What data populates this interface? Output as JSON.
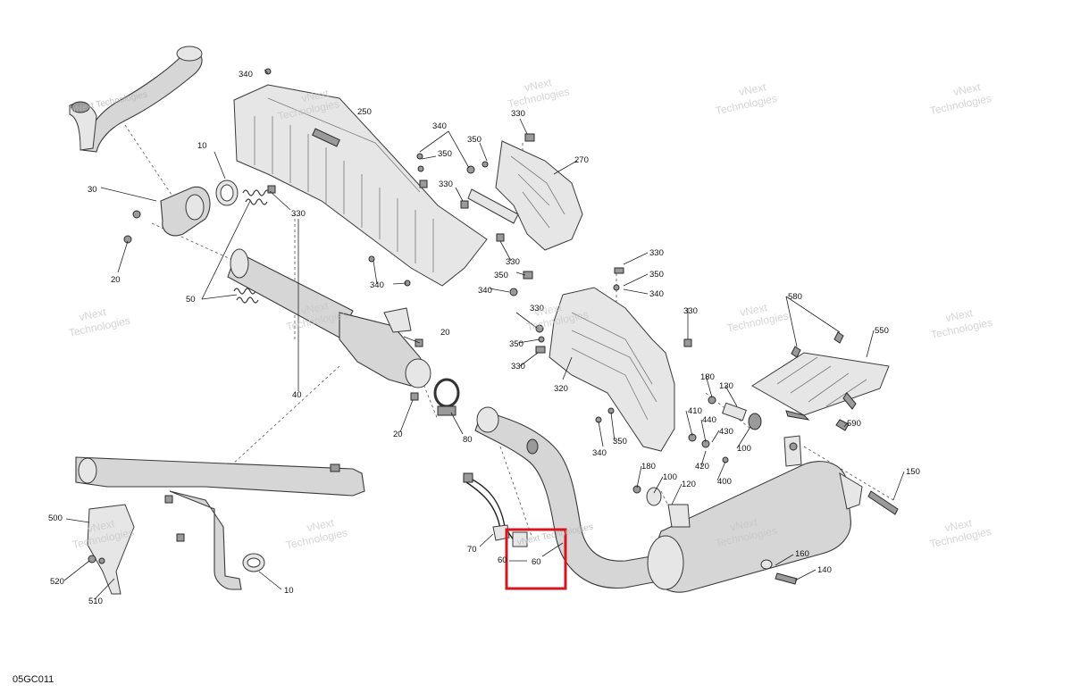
{
  "diagram_code": "05GC011",
  "watermark": {
    "line1": "vNext",
    "line2": "Technologies",
    "inline": "vNext Technologies"
  },
  "labels": {
    "l340a": "340",
    "l250": "250",
    "l10a": "10",
    "l30": "30",
    "l330a": "330",
    "l20a": "20",
    "l50": "50",
    "l340b": "340",
    "l350a": "350",
    "l350b": "350",
    "l330b": "330",
    "l330c": "330",
    "l270": "270",
    "l340c": "340",
    "l330d": "330",
    "l340d": "340",
    "l350c": "350",
    "l330e": "330",
    "l350d": "350",
    "l340e": "340",
    "l330f": "330",
    "l350e": "350",
    "l330g": "330",
    "l330h": "330",
    "l20b": "20",
    "l40": "40",
    "l20c": "20",
    "l80": "80",
    "l320": "320",
    "l580": "580",
    "l550": "550",
    "l180a": "180",
    "l130": "130",
    "l410": "410",
    "l440": "440",
    "l430": "430",
    "l100a": "100",
    "l590": "590",
    "l350f": "350",
    "l340f": "340",
    "l420": "420",
    "l400": "400",
    "l180b": "180",
    "l100b": "100",
    "l120": "120",
    "l150": "150",
    "l500": "500",
    "l520": "520",
    "l510": "510",
    "l10b": "10",
    "l70": "70",
    "l60a": "60",
    "l60b": "60",
    "l160": "160",
    "l140": "140"
  }
}
